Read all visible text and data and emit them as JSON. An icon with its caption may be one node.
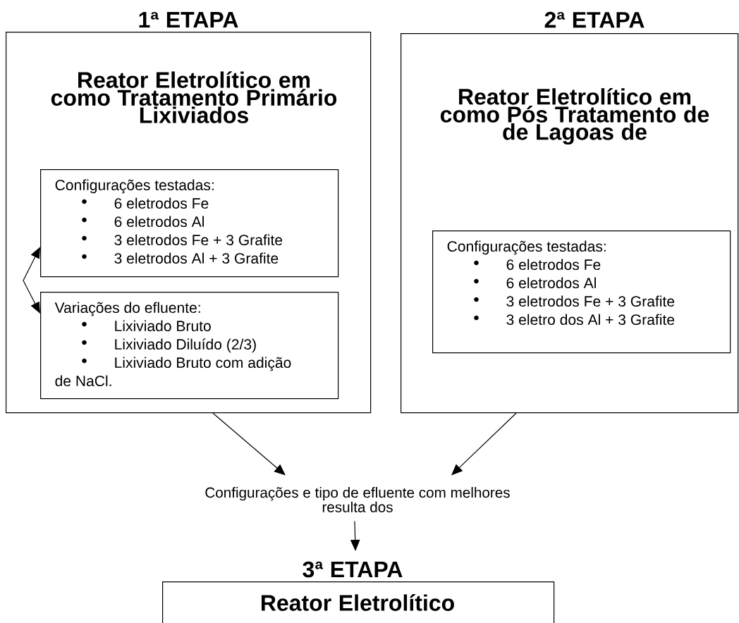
{
  "diagram": {
    "nodes": [
      {
        "text": [
          "1ª ETAPA",
          "Reator Eletrolítico em como Tratamento Primário Lixiviados"
        ]
      },
      {
        "text": [
          "Configurações testadas:",
          "6 eletrodos Fe",
          "6 eletrodos Al",
          "3 eletrodos Fe + 3 Grafite",
          "3 eletrodos Al + 3 Grafite"
        ],
        "in": 0
      },
      {
        "text": [
          "Variações do efluente:",
          "Lixiviado Bruto",
          "Lixiviado Diluído (2/3)",
          "Lixiviado Bruto com adição de NaCl."
        ],
        "in": 0
      },
      {
        "text": [
          "2ª ETAPA",
          "Reator Eletrolítico em como Pós Tratamento de de Lagoas de"
        ]
      },
      {
        "text": [
          "Configurações testadas:",
          "6 eletrodos Fe",
          "6 eletrodos Al",
          "3 eletrodos Fe + 3 Grafite",
          "3 eletro dos Al + 3 Grafite"
        ],
        "in": 3
      },
      {
        "text": [
          "Configurações e tipo de efluente com melhores resulta dos"
        ]
      },
      {
        "text": [
          "3ª ETAPA",
          "Reator Eletrolítico"
        ]
      }
    ],
    "edges": [
      {
        "from": 1,
        "to": 2,
        "arrow": "both"
      },
      {
        "from": 0,
        "to": 5,
        "arrow": "to"
      },
      {
        "from": 3,
        "to": 5,
        "arrow": "to"
      },
      {
        "from": 5,
        "to": 6,
        "arrow": "to"
      }
    ]
  }
}
